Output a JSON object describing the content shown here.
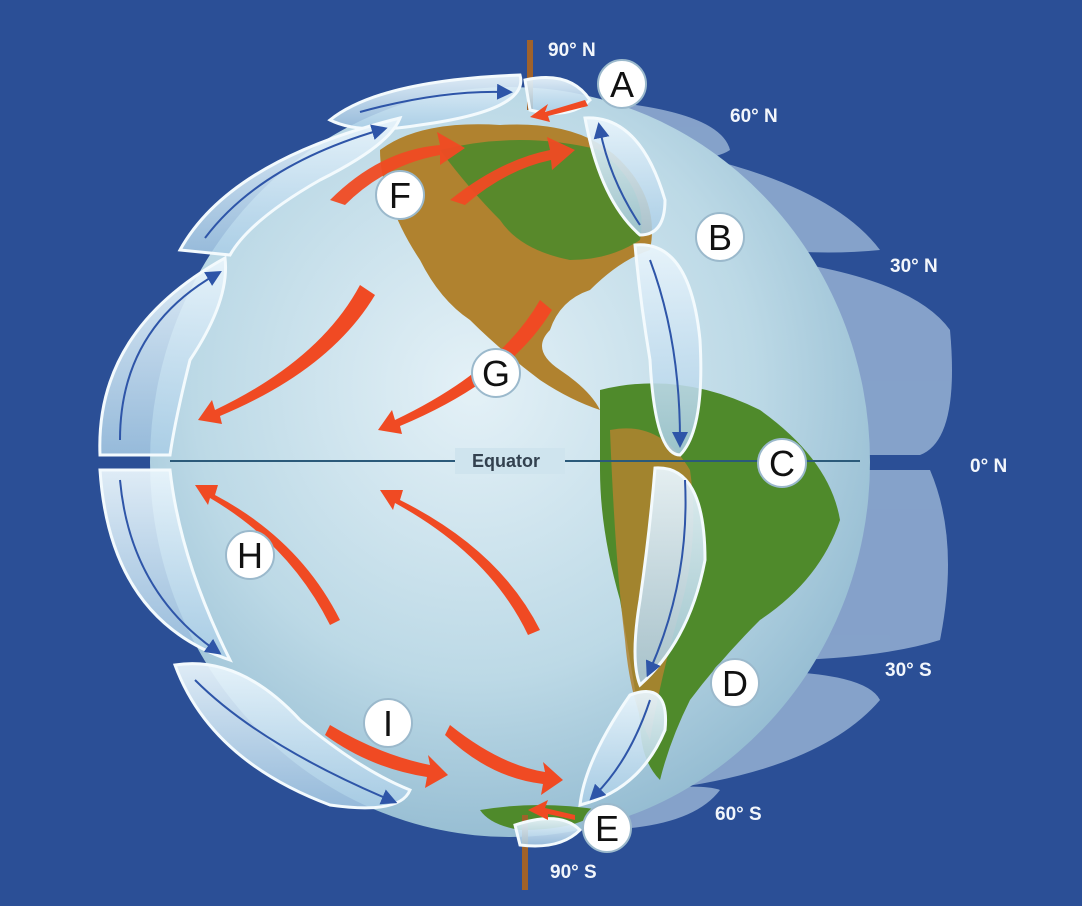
{
  "diagram": {
    "latitude_labels": {
      "north_pole": "90° N",
      "lat_60n": "60° N",
      "lat_30n": "30° N",
      "lat_0": "0° N",
      "lat_30s": "30° S",
      "lat_60s": "60° S",
      "south_pole": "90° S"
    },
    "equator_label": "Equator",
    "markers": {
      "A": "A",
      "B": "B",
      "C": "C",
      "D": "D",
      "E": "E",
      "F": "F",
      "G": "G",
      "H": "H",
      "I": "I"
    },
    "colors": {
      "background": "#2b4f96",
      "ocean": "#bcd9e6",
      "land_green": "#4f8a2b",
      "land_brown": "#b0822f",
      "cell_fill": "#d9ecf7",
      "cell_arrow": "#2e55a8",
      "wind_arrow": "#f04a23"
    }
  }
}
